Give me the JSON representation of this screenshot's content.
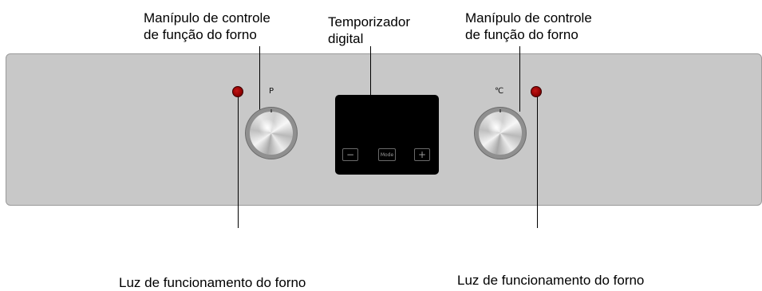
{
  "labels": {
    "left_knob_line1": "Manípulo de controle",
    "left_knob_line2": "de função do forno",
    "timer_line1": "Temporizador",
    "timer_line2": "digital",
    "right_knob_line1": "Manípulo de controle",
    "right_knob_line2": "de função do forno",
    "left_light": "Luz de funcionamento do forno",
    "right_light": "Luz de funcionamento do forno"
  },
  "knobs": {
    "left_symbol": "P",
    "right_symbol": "℃"
  },
  "timer_buttons": {
    "minus": "−",
    "mode": "Mode",
    "plus": "+"
  },
  "colors": {
    "panel": "#c8c8c8",
    "indicator_light": "#8b0000",
    "display": "#000000"
  }
}
